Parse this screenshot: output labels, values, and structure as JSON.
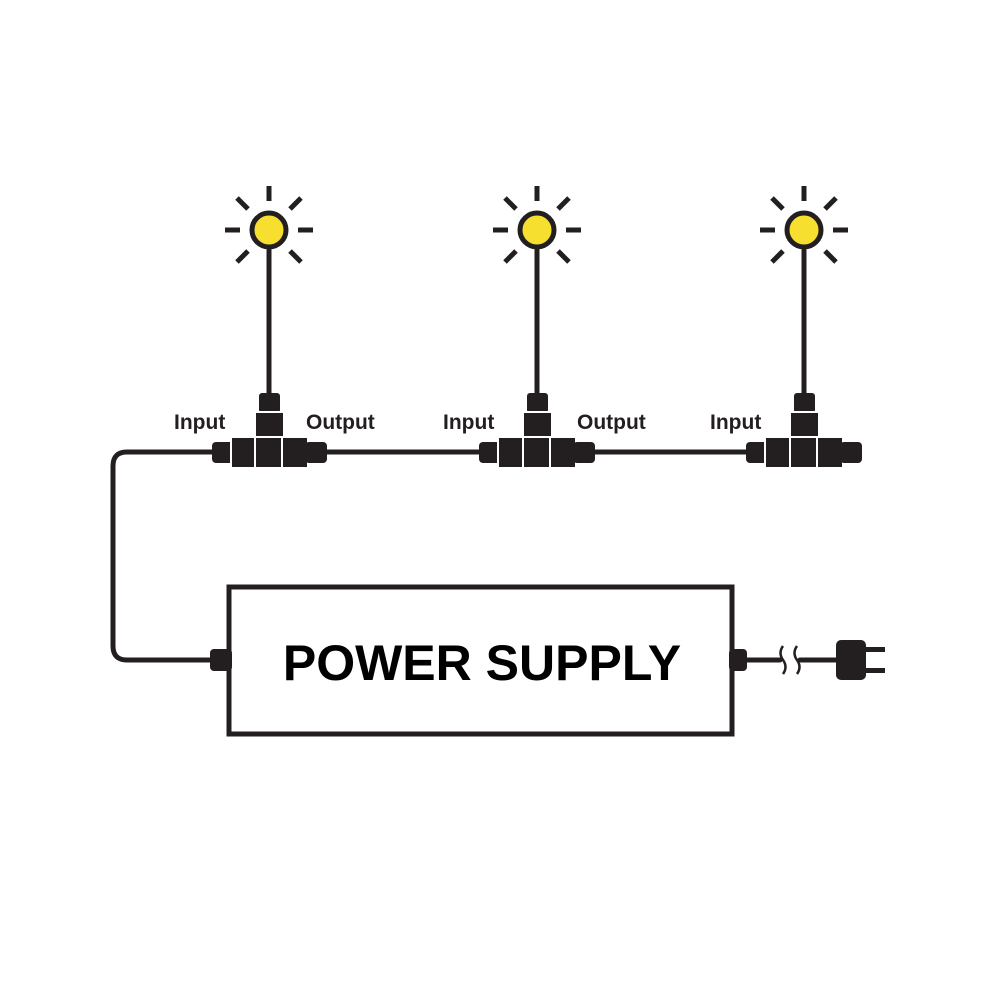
{
  "colors": {
    "ink": "#231f20",
    "bulb": "#f7df2f",
    "background": "#ffffff"
  },
  "labels": {
    "input": "Input",
    "output": "Output"
  },
  "power_supply": {
    "label": "POWER SUPPLY"
  },
  "icons": [
    "light-bulb-icon",
    "t-connector-icon",
    "plug-icon",
    "cable-break-icon"
  ],
  "lights": [
    {
      "name": "light-1",
      "connector_labels": [
        "Input",
        "Output"
      ]
    },
    {
      "name": "light-2",
      "connector_labels": [
        "Input",
        "Output"
      ]
    },
    {
      "name": "light-3",
      "connector_labels": [
        "Input"
      ]
    }
  ]
}
